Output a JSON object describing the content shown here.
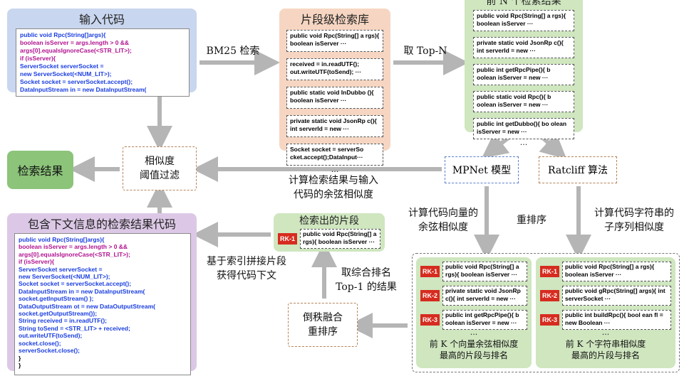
{
  "input_panel": {
    "title": "输入代码",
    "code": [
      "public void Rpc(String[]args){",
      "  boolean isServer = args.length > 0 &&",
      "  args[0].equalsIgnoreCase(<STR_LIT>);",
      "  if (isServer){",
      "    ServerSocket serverSocket =",
      "        new ServerSocket(<NUM_LIT>);",
      "    Socket socket = serverSocket.accept();",
      "    DataInputStream in = new DataInputStream("
    ]
  },
  "library_panel": {
    "title": "片段级检索库",
    "snippets": [
      "public void Rpc(String[] a rgs){ boolean isServer ···",
      "received = in.readUTF(); out.writeUTF(toSend); ···",
      "public static void InDubbo (){ boolean isServer ···",
      "private static void JsonRp c(){ int serverId = new ···",
      "Socket socket = serverSo cket.accept();DataInput···"
    ],
    "ellipsis": "···"
  },
  "topn_panel": {
    "title": "前 N 个检索结果",
    "snippets": [
      "public void Rpc(String[] a rgs){ boolean isServer ···",
      "private static void JsonRp c(){ int serverId = new ···",
      "public int getRpcPipe(){ b oolean isServer = new ···",
      "public static void Rpc(){ b oolean isServer = new ···",
      "public int getDubbo(){ bo olean isServer = new ···"
    ],
    "ellipsis": "···"
  },
  "edge_labels": {
    "bm25": "BM25 检索",
    "topn": "取 Top-N",
    "cosine_input": [
      "计算检索结果与输入",
      "代码的余弦相似度"
    ],
    "vector_cosine": [
      "计算代码向量的",
      "余弦相似度"
    ],
    "rerank": "重排序",
    "ratcliff_sim": [
      "计算代码字符串的",
      "子序列相似度"
    ],
    "take_top1": [
      "取综合排名",
      "Top-1 的结果"
    ],
    "splice_context": [
      "基于索引拼接片段",
      "获得代码下文"
    ]
  },
  "mpnet_box": "MPNet 模型",
  "ratcliff_box": "Ratcliff 算法",
  "threshold_box": [
    "相似度",
    "阈值过滤"
  ],
  "result_box": "检索结果",
  "rrf_box": [
    "倒秩融合",
    "重排序"
  ],
  "retrieved_panel": {
    "title": "检索出的片段",
    "rank": "RK-1",
    "snippet": "public void Rpc(String[] a rgs){ boolean isServer ···"
  },
  "context_panel": {
    "title": "包含下文信息的检索结果代码",
    "code": [
      "public void Rpc(String[]args){",
      "  boolean isServer = args.length > 0 &&",
      "  args[0].equalsIgnoreCase(<STR_LIT>);",
      "  if (isServer){",
      "    ServerSocket serverSocket =",
      "        new ServerSocket(<NUM_LIT>);",
      "    Socket socket = serverSocket.accept();",
      "    DataInputStream in = new DataInputStream(",
      "                socket.getInputStream() );",
      "    DataOutputStream ot = new DataOutputStream(",
      "                socket.getOutputStream());",
      "    String received = in.readUTF();",
      "    String toSend = <STR_LIT> + received;",
      "    out.writeUTF(toSend);",
      "    socket.close();",
      "    serverSocket.close();",
      "  }",
      "}"
    ]
  },
  "rank_lists": [
    {
      "items": [
        {
          "rank": "RK-1",
          "snippet": "public void Rpc(String[] a rgs){ boolean isServer ···"
        },
        {
          "rank": "RK-2",
          "snippet": "private static void JsonRp c(){ int serverId = new ···"
        },
        {
          "rank": "RK-3",
          "snippet": "public int getRpcPipe(){ b oolean isServer = new ···"
        }
      ],
      "ellipsis": "···",
      "caption": [
        "前 K 个向量余弦相似度",
        "最高的片段与排名"
      ]
    },
    {
      "items": [
        {
          "rank": "RK-1",
          "snippet": "public void Rpc(String[] a rgs){ boolean isServer ···"
        },
        {
          "rank": "RK-2",
          "snippet": "public void gRpc(String[] args){ int serverSocket ···"
        },
        {
          "rank": "RK-3",
          "snippet": "public int buildRpc(){ bool ean fl = new Boolean ···"
        }
      ],
      "ellipsis": "···",
      "caption": [
        "前 K 个字符串相似度",
        "最高的片段与排名"
      ]
    }
  ],
  "colors": {
    "input_panel": "#c9d6ef",
    "library_panel": "#f6d6c2",
    "topn_panel": "#cfe6bf",
    "result_box": "#8cc47a",
    "context_panel": "#dcc8e6",
    "retrieved_panel": "#cfe6bf",
    "rank_panel": "#cfe6bf",
    "arrow": "#b5b5b5"
  }
}
